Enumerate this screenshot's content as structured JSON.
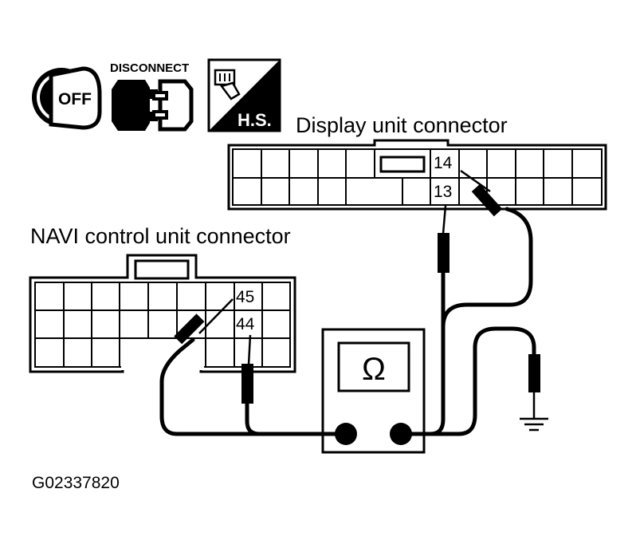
{
  "icons": {
    "ignition": {
      "name": "ignition-key-icon",
      "text": "OFF"
    },
    "disconnect": {
      "name": "disconnect-connector-icon",
      "text": "DISCONNECT"
    },
    "harness": {
      "name": "harness-side-icon",
      "text": "H.S."
    }
  },
  "display_connector": {
    "label": "Display unit connector",
    "pin_top": "14",
    "pin_bottom": "13"
  },
  "navi_connector": {
    "label": "NAVI control unit connector",
    "pin_top": "45",
    "pin_bottom": "44"
  },
  "meter": {
    "symbol": "Ω"
  },
  "figure_id": "G02337820"
}
